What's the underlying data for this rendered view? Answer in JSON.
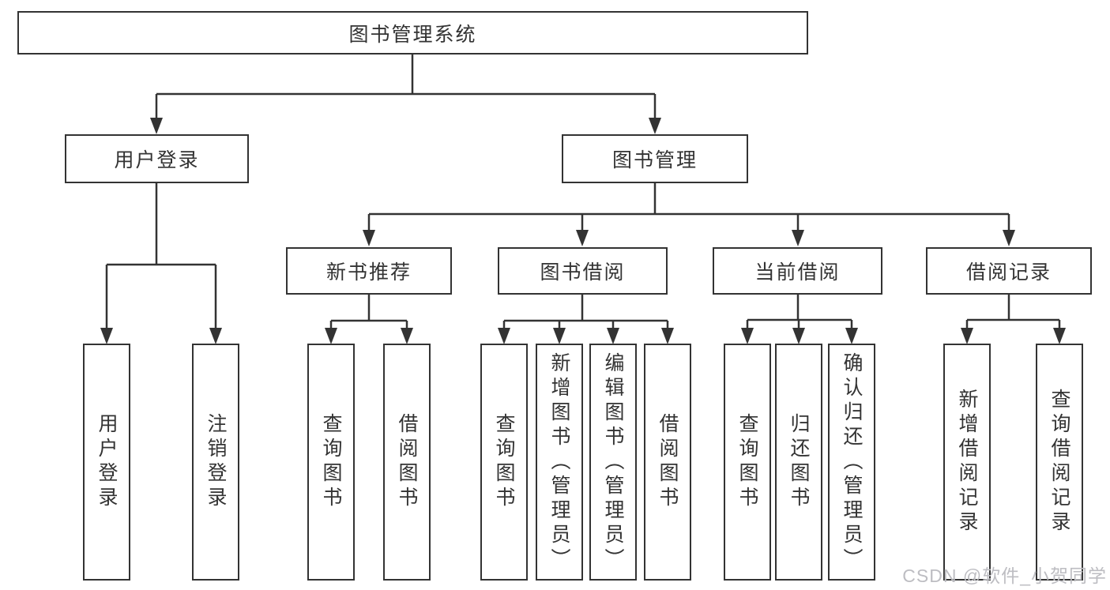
{
  "tree": {
    "label": "图书管理系统",
    "children": [
      {
        "label": "用户登录",
        "children": [
          {
            "label": "用户登录"
          },
          {
            "label": "注销登录"
          }
        ]
      },
      {
        "label": "图书管理",
        "children": [
          {
            "label": "新书推荐",
            "children": [
              {
                "label": "查询图书"
              },
              {
                "label": "借阅图书"
              }
            ]
          },
          {
            "label": "图书借阅",
            "children": [
              {
                "label": "查询图书"
              },
              {
                "label": "新增图书（管理员）"
              },
              {
                "label": "编辑图书（管理员）"
              },
              {
                "label": "借阅图书"
              }
            ]
          },
          {
            "label": "当前借阅",
            "children": [
              {
                "label": "查询图书"
              },
              {
                "label": "归还图书"
              },
              {
                "label": "确认归还（管理员）"
              }
            ]
          },
          {
            "label": "借阅记录",
            "children": [
              {
                "label": "新增借阅记录"
              },
              {
                "label": "查询借阅记录"
              }
            ]
          }
        ]
      }
    ]
  },
  "watermark": {
    "text": "CSDN @软件_小贺同学"
  },
  "colors": {
    "line": "#333333",
    "text": "#333333",
    "background": "#ffffff",
    "watermark": "#bdbdc2"
  }
}
